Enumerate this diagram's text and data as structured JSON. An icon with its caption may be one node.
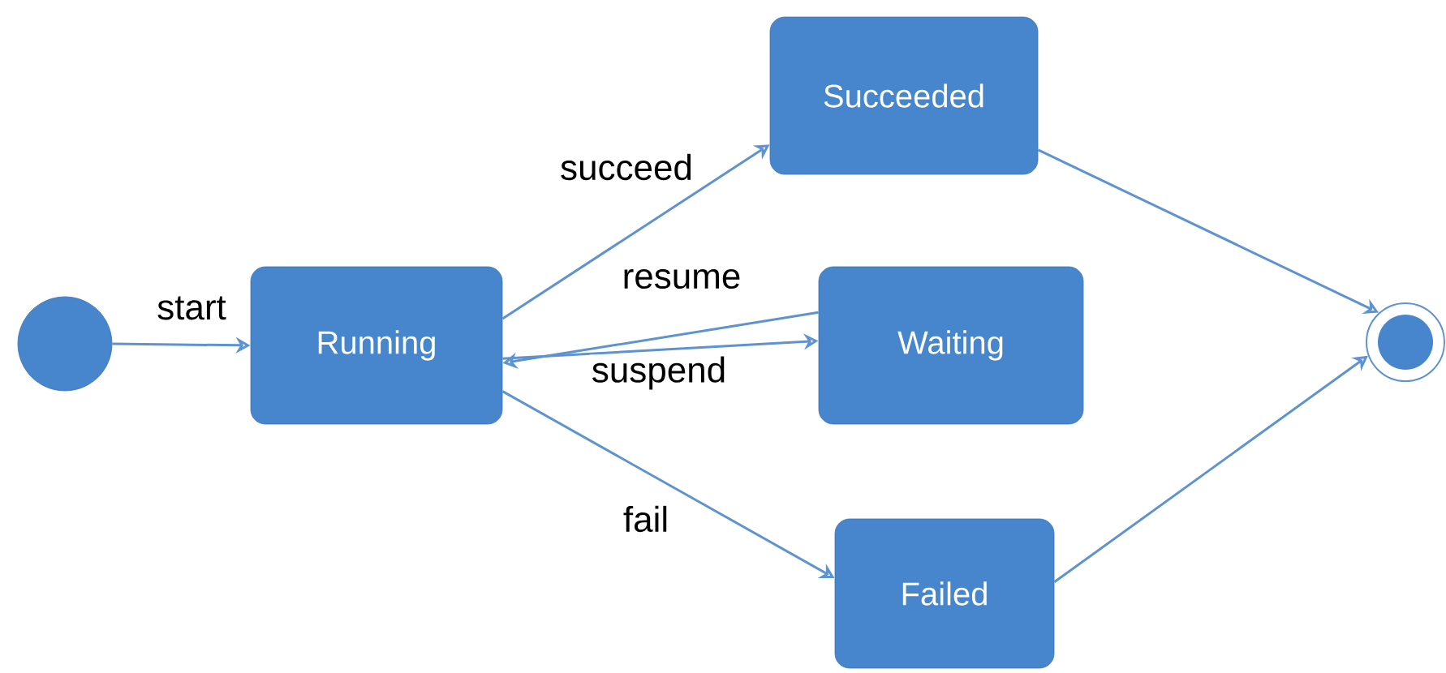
{
  "diagram": {
    "nodes": [
      {
        "text": [],
        "shape": "circle"
      },
      {
        "text": [
          "Running"
        ]
      },
      {
        "text": [
          "Succeeded"
        ]
      },
      {
        "text": [
          "Waiting"
        ]
      },
      {
        "text": [
          "Failed"
        ]
      },
      {
        "text": [],
        "shape": "circle"
      }
    ],
    "edges": [
      {
        "from": 0,
        "to": 1,
        "arrow": "to",
        "label": "start"
      },
      {
        "from": 1,
        "to": 2,
        "arrow": "to",
        "label": "succeed"
      },
      {
        "from": 3,
        "to": 1,
        "arrow": "to",
        "label": "resume"
      },
      {
        "from": 1,
        "to": 3,
        "arrow": "to",
        "label": "suspend"
      },
      {
        "from": 1,
        "to": 4,
        "arrow": "to",
        "label": "fail"
      },
      {
        "from": 2,
        "to": 5,
        "arrow": "to"
      },
      {
        "from": 4,
        "to": 5,
        "arrow": "to"
      }
    ]
  }
}
